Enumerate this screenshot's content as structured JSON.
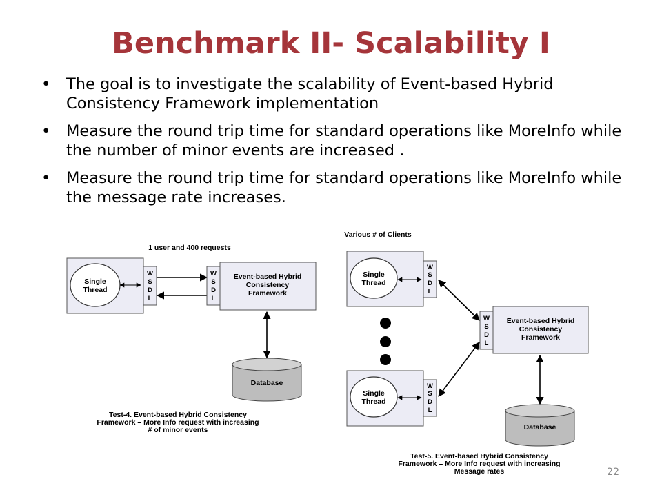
{
  "title": "Benchmark II- Scalability I",
  "bullets": [
    "The goal is to investigate the scalability of Event-based Hybrid Consistency Framework implementation",
    "Measure the round trip time for standard operations like MoreInfo while the number of minor events are increased .",
    "Measure the round trip time for standard operations like MoreInfo while the message rate increases."
  ],
  "bullet_symbol": "•",
  "left_diagram": {
    "header": "1 user and 400 requests",
    "single_thread": [
      "Single",
      "Thread"
    ],
    "wsdl": [
      "W",
      "S",
      "D",
      "L"
    ],
    "framework": [
      "Event-based Hybrid",
      "Consistency",
      "Framework"
    ],
    "database": "Database",
    "caption": [
      "Test-4. Event-based Hybrid Consistency",
      "Framework – More Info request with increasing",
      "# of minor events"
    ]
  },
  "right_diagram": {
    "header": "Various # of Clients",
    "single_thread": [
      "Single",
      "Thread"
    ],
    "wsdl": [
      "W",
      "S",
      "D",
      "L"
    ],
    "framework": [
      "Event-based Hybrid",
      "Consistency",
      "Framework"
    ],
    "database": "Database",
    "caption": [
      "Test-5. Event-based Hybrid Consistency",
      "Framework – More Info request with increasing",
      "Message rates"
    ]
  },
  "slide_number": "22",
  "colors": {
    "title": "#a5353a",
    "box_fill": "#ececf5",
    "db_fill": "#bdbdbd"
  }
}
